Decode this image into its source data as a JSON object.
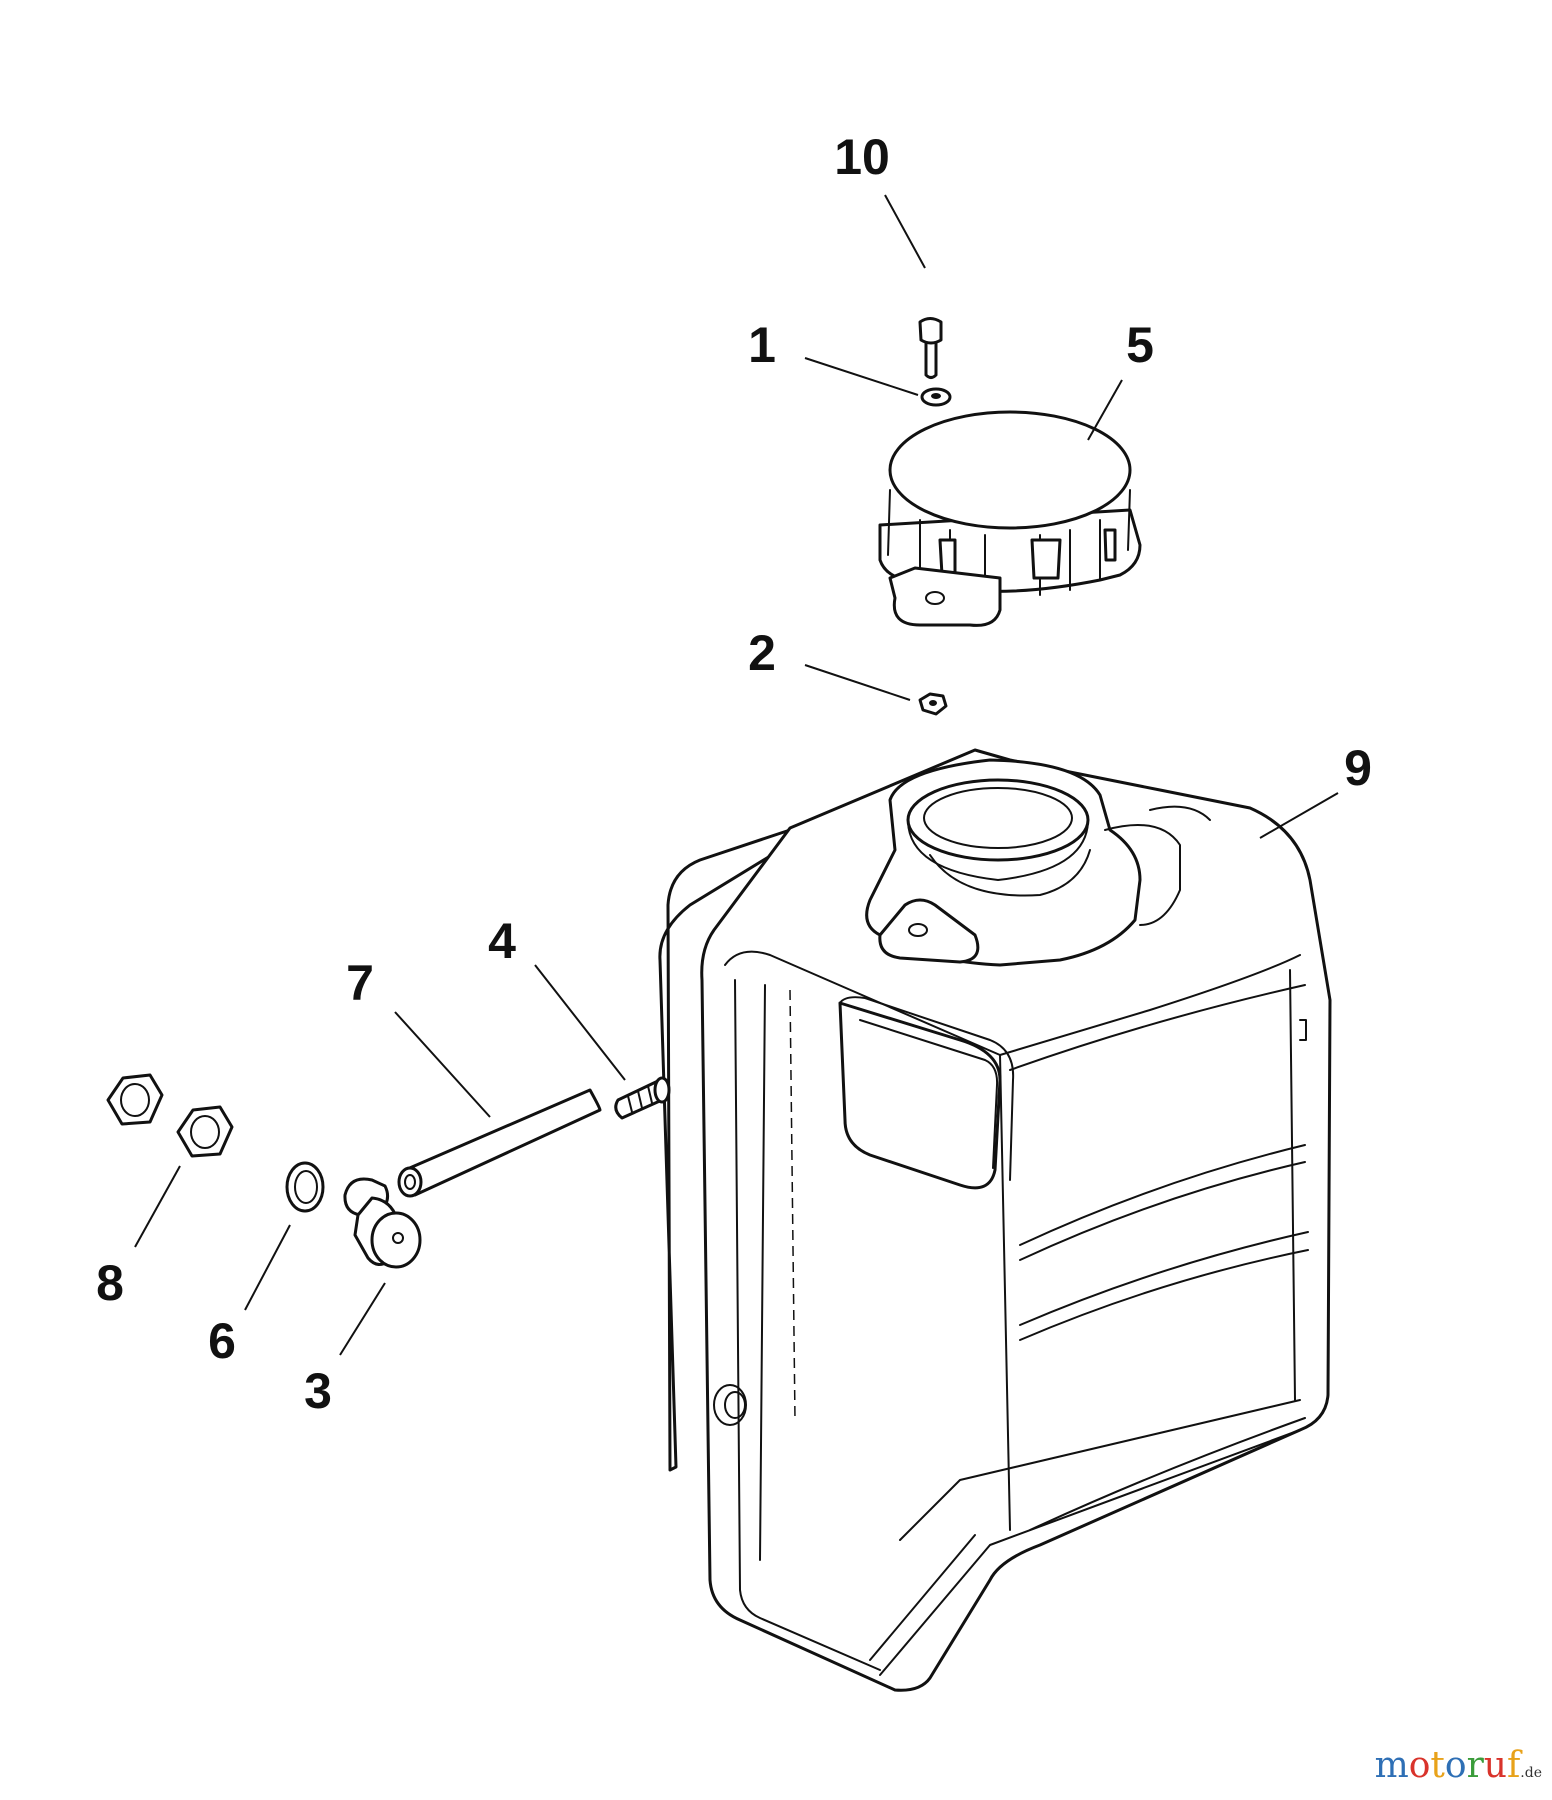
{
  "diagram": {
    "parts": [
      {
        "id": "fuel-tank",
        "callout": "9"
      },
      {
        "id": "filler-cap",
        "callout": "5"
      },
      {
        "id": "cap-bolt",
        "callout": "10"
      },
      {
        "id": "washer",
        "callout": "1"
      },
      {
        "id": "hex-nut",
        "callout": "2"
      },
      {
        "id": "grommet-fitting",
        "callout": "4"
      },
      {
        "id": "fuel-line-tube",
        "callout": "7"
      },
      {
        "id": "elbow-fitting",
        "callout": "3"
      },
      {
        "id": "o-ring",
        "callout": "6"
      },
      {
        "id": "jam-nuts",
        "callout": "8"
      }
    ]
  },
  "watermark": {
    "letters": [
      "m",
      "o",
      "t",
      "o",
      "r",
      "u",
      "f"
    ],
    "letter_colors": [
      "#2e6fb5",
      "#d9332b",
      "#e8a21a",
      "#2e6fb5",
      "#3a9c3a",
      "#d9332b",
      "#e8a21a"
    ],
    "tld": ".de"
  }
}
